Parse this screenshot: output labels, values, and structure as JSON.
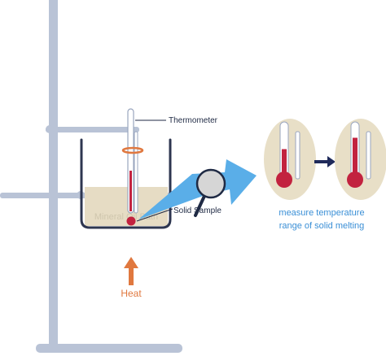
{
  "labels": {
    "thermometer": "Thermometer",
    "solid_sample": "Solid Sample",
    "bath": "Mineral Oil Bath",
    "heat": "Heat",
    "caption_line1": "measure temperature",
    "caption_line2": "range of solid melting"
  },
  "colors": {
    "stand": "#b9c3d6",
    "beaker_outline": "#2e3650",
    "oil": "#e6dcc4",
    "thermometer_red": "#c2223f",
    "navy": "#1f2a5a",
    "heat_orange": "#e0783f",
    "blue_arrow": "#5aaee8",
    "oval_bg": "#e8dfc7",
    "caption_blue": "#3a8fd6"
  },
  "thermometer_readings": {
    "before_fill": 0.55,
    "after_fill": 0.75
  }
}
